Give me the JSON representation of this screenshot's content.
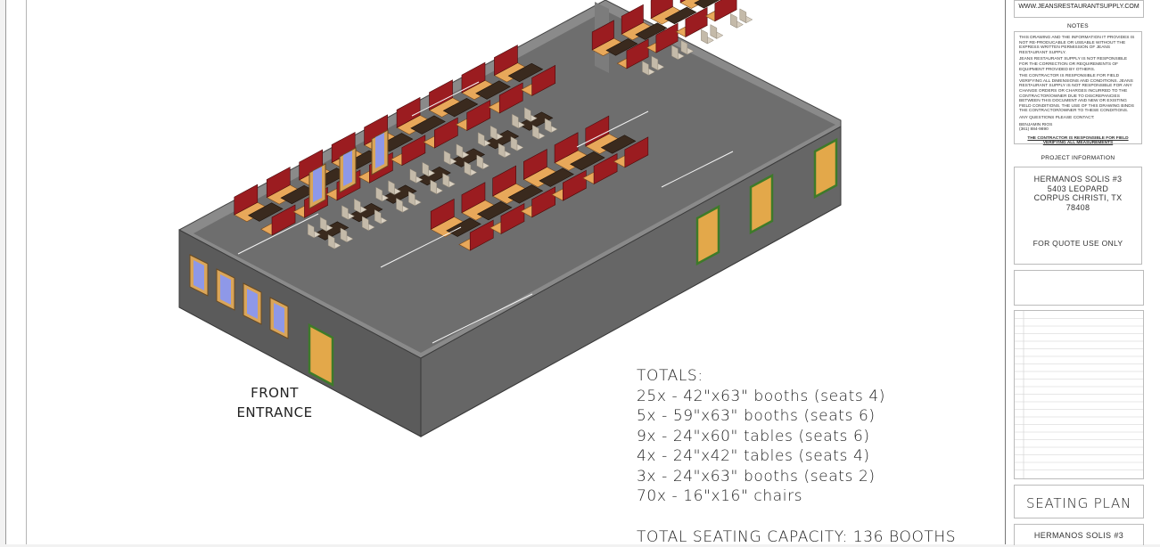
{
  "drawing": {
    "entrance_label_line1": "FRONT",
    "entrance_label_line2": "ENTRANCE",
    "totals": {
      "heading": "TOTALS:",
      "lines": [
        "25x - 42\"x63\" booths (seats 4)",
        "5x - 59\"x63\" booths (seats 6)",
        "9x - 24\"x60\" tables (seats 6)",
        "4x - 24\"x42\" tables (seats 4)",
        "3x - 24\"x63\" booths (seats 2)",
        "70x - 16\"x16\" chairs"
      ],
      "capacity": "TOTAL SEATING CAPACITY: 136 BOOTHS"
    },
    "colors": {
      "floor": "#6e6e6e",
      "wall": "#5b5b5b",
      "wall_top": "#8a8a8a",
      "booth_seat": "#e8a85a",
      "booth_back": "#9b1c20",
      "table_top": "#3a2a1e",
      "chair": "#d8cfc0",
      "door": "#e3a84a",
      "door_frame": "#3e7a2a",
      "window_glass": "#8e98e8"
    }
  },
  "title_block": {
    "url": "WWW.JEANSRESTAURANTSUPPLY.COM",
    "notes_title": "NOTES",
    "notes_p1": "THIS DRAWING AND THE INFORMATION IT PROVIDES IS NOT RE-PRODUCABLE OR USEABLE WITHOUT THE EXPRESS WRITTEN PERMISSION OF JEANS RESTAURANT SUPPLY.",
    "notes_p2": "JEANS RESTAURANT SUPPLY IS NOT RESPONSIBLE FOR THE CORRECTION OR REQUIREMENTS OF EQUIPMENT PROVIDED BY OTHERS.",
    "notes_p3": "THE CONTRACTOR IS RESPONSIBLE FOR FIELD VERIFYING ALL DIMENSIONS AND CONDITIONS. JEANS RESTAURANT SUPPLY IS NOT RESPONSIBLE FOR ANY CHANGE ORDERS OR CHARGES INCURRED TO THE CONTRACTOR/OWNER DUE TO DISCREPANCIES BETWEEN THIS DOCUMENT AND NEW OR EXISTING FIELD CONDITIONS. THE USE OF THIS DRAWING BINDS THE CONTRACTOR/OWNER TO THESE CONDITIONS.",
    "notes_p4": "ANY QUESTIONS PLEASE CONTACT:",
    "notes_p5": "BENJAMIN RIOS",
    "notes_p6": "(361) 884-9890",
    "notes_emphasis": "THE CONTRACTOR IS RESPONSIBLE FOR FIELD VERIFYING ALL MEASUREMENTS",
    "project_title": "PROJECT INFORMATION",
    "project_name": "HERMANOS SOLIS #3",
    "address1": "5403 LEOPARD",
    "address2": "CORPUS CHRISTI, TX",
    "zip": "78408",
    "quote": "FOR QUOTE USE ONLY",
    "sheet_title": "SEATING PLAN",
    "sheet_subtitle": "HERMANOS SOLIS #3"
  }
}
